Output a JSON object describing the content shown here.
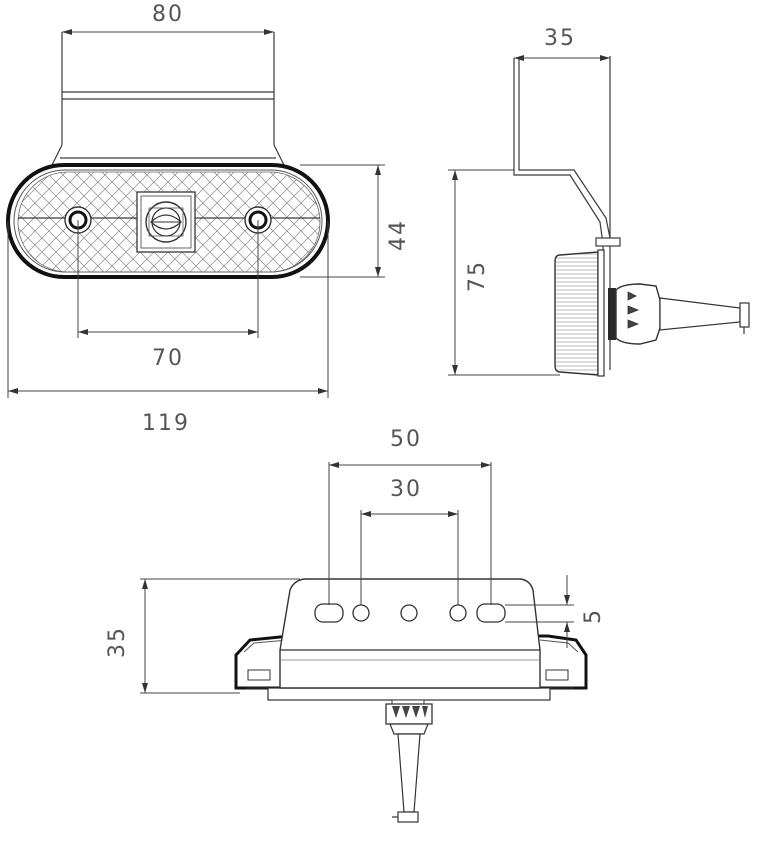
{
  "dimensions": {
    "front_width_top": "80",
    "front_lens_height": "44",
    "front_hole_spacing": "70",
    "front_total_width": "119",
    "side_bracket_depth": "35",
    "side_total_height": "75",
    "bottom_outer_spacing": "50",
    "bottom_inner_spacing": "30",
    "bottom_height": "35",
    "bottom_offset": "5"
  }
}
